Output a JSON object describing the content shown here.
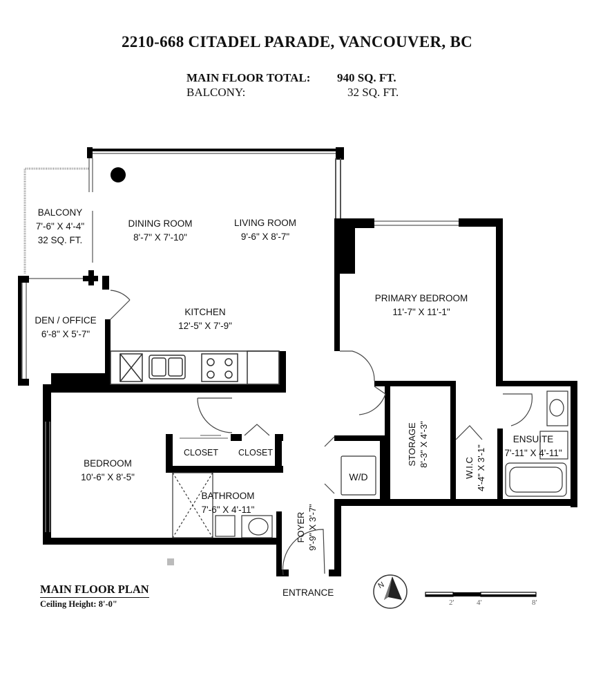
{
  "header": {
    "address": "2210-668 CITADEL PARADE, VANCOUVER, BC",
    "main_floor_total_label": "MAIN FLOOR TOTAL:",
    "main_floor_total_value": "940 SQ. FT.",
    "balcony_label": "BALCONY:",
    "balcony_value": "32 SQ. FT."
  },
  "rooms": {
    "balcony": {
      "name": "BALCONY",
      "dims": "7'-6\" X 4'-4\"",
      "area": "32 SQ. FT."
    },
    "dining": {
      "name": "DINING ROOM",
      "dims": "8'-7\" X 7'-10\""
    },
    "living": {
      "name": "LIVING ROOM",
      "dims": "9'-6\" X 8'-7\""
    },
    "primary_bedroom": {
      "name": "PRIMARY BEDROOM",
      "dims": "11'-7\" X 11'-1\""
    },
    "den": {
      "name": "DEN / OFFICE",
      "dims": "6'-8\" X 5'-7\""
    },
    "kitchen": {
      "name": "KITCHEN",
      "dims": "12'-5\" X 7'-9\""
    },
    "bedroom": {
      "name": "BEDROOM",
      "dims": "10'-6\" X 8'-5\""
    },
    "closet1": {
      "name": "CLOSET"
    },
    "closet2": {
      "name": "CLOSET"
    },
    "bathroom": {
      "name": "BATHROOM",
      "dims": "7'-6\" X 4'-11\""
    },
    "wd": {
      "name": "W/D"
    },
    "storage": {
      "name": "STORAGE",
      "dims": "8'-3\" X 4'-3\""
    },
    "wic": {
      "name": "W.I.C",
      "dims": "4'-4\" X 3'-1\""
    },
    "ensuite": {
      "name": "ENSUITE",
      "dims": "7'-11\" X 4'-11\""
    },
    "foyer": {
      "name": "FOYER",
      "dims": "9'-9\" X 3'-7\""
    }
  },
  "footer": {
    "title": "MAIN FLOOR PLAN",
    "ceiling_height": "Ceiling Height: 8'-0\"",
    "entrance": "ENTRANCE",
    "compass_letter": "N",
    "scale_labels": [
      "2'",
      "4'",
      "8'"
    ]
  },
  "colors": {
    "wall": "#000000",
    "fixture": "#444444",
    "window": "#888888"
  },
  "icons": {
    "compass": "north-arrow-icon",
    "scale": "scale-bar-icon"
  }
}
